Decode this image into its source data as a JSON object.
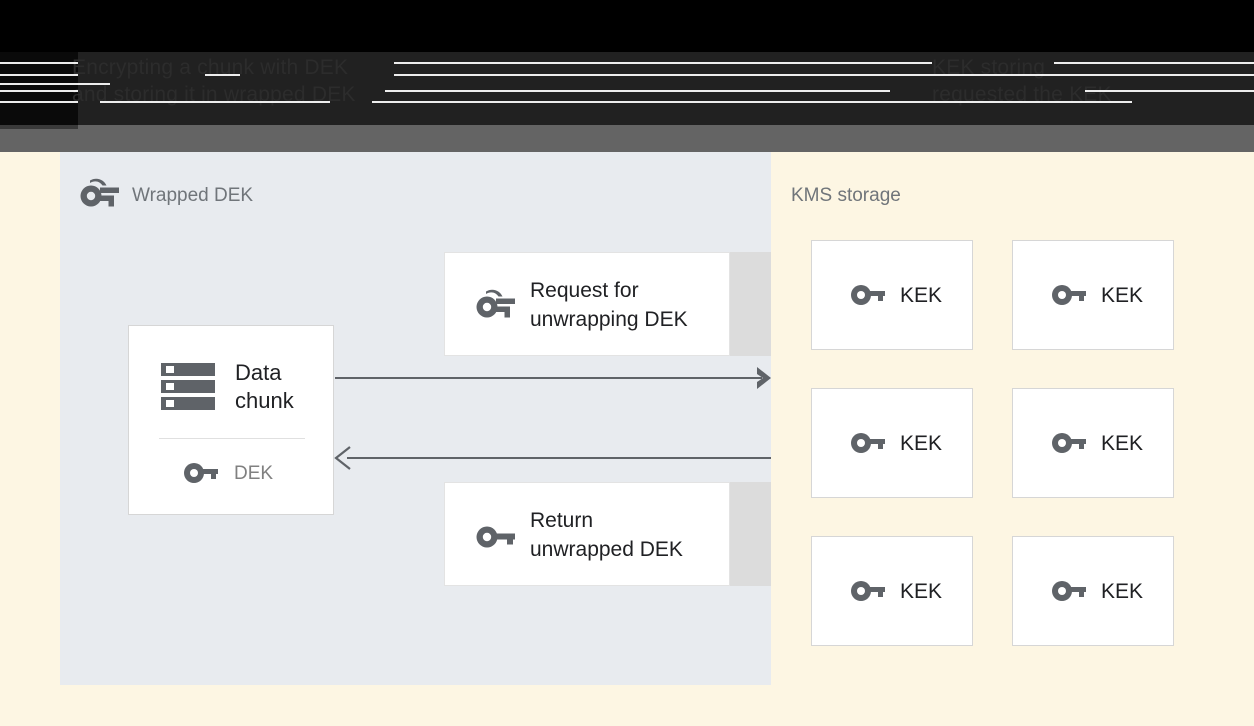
{
  "header": {
    "title_line1": "Encrypting a chunk with DEK",
    "title_line2": "and storing it in wrapped DEK",
    "right_line1": "KEK storing",
    "right_line2": "requested the KEK",
    "obscured": true
  },
  "left_panel": {
    "title": "Wrapped DEK",
    "title_icon": "wrapped-key-icon",
    "background_color": "#e8ebef",
    "data_chunk_card": {
      "icon": "data-chunk-icon",
      "label": "Data\nchunk",
      "key_icon": "key-icon",
      "key_label": "DEK"
    },
    "messages": [
      {
        "icon": "wrapped-key-icon",
        "label": "Request for\nunwrapping DEK"
      },
      {
        "icon": "key-icon",
        "label": "Return\nunwrapped DEK"
      }
    ],
    "arrows": [
      {
        "name": "request-arrow",
        "direction": "right"
      },
      {
        "name": "response-arrow",
        "direction": "left"
      }
    ]
  },
  "right_panel": {
    "title": "KMS storage",
    "background_color": "#fdf6e3",
    "kek_cards": [
      {
        "icon": "key-icon",
        "label": "KEK"
      },
      {
        "icon": "key-icon",
        "label": "KEK"
      },
      {
        "icon": "key-icon",
        "label": "KEK"
      },
      {
        "icon": "key-icon",
        "label": "KEK"
      },
      {
        "icon": "key-icon",
        "label": "KEK"
      },
      {
        "icon": "key-icon",
        "label": "KEK"
      }
    ]
  },
  "colors": {
    "panel_left": "#e8ebef",
    "panel_right": "#fdf6e3",
    "icon_gray": "#5f6368",
    "text_dark": "#202124",
    "text_muted": "#70757a",
    "arrow": "#5f6368"
  }
}
